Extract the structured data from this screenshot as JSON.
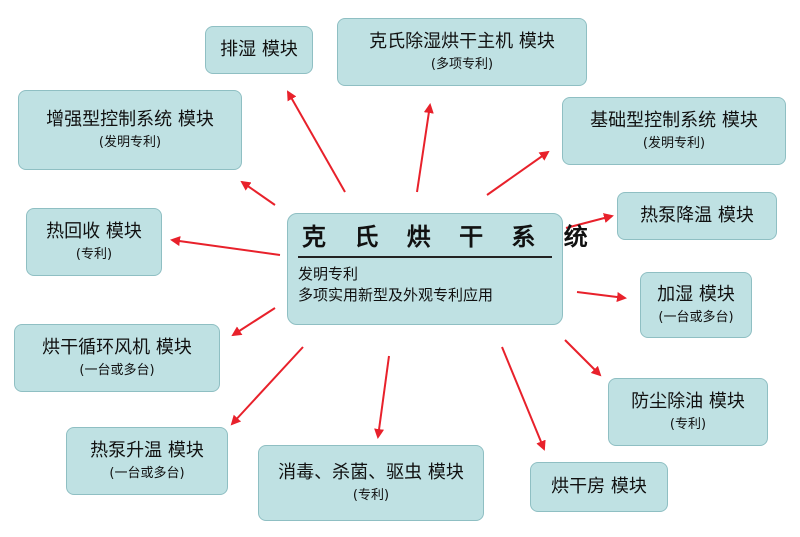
{
  "center": {
    "title": "克 氏 烘 干 系 统",
    "line1": "发明专利",
    "line2": "多项实用新型及外观专利应用"
  },
  "colors": {
    "box_fill": "#bfe1e3",
    "arrow": "#e8212b"
  },
  "modules": {
    "paishi": {
      "title": "排湿 模块"
    },
    "zhuji": {
      "title": "克氏除湿烘干主机 模块",
      "note": "(多项专利)"
    },
    "zengqiang": {
      "title": "增强型控制系统 模块",
      "note": "(发明专利)"
    },
    "jichu": {
      "title": "基础型控制系统 模块",
      "note": "(发明专利)"
    },
    "rehuishou": {
      "title": "热回收 模块",
      "note": "(专利)"
    },
    "jiangwen": {
      "title": "热泵降温 模块"
    },
    "jiashi": {
      "title": "加湿 模块",
      "note": "(一台或多台)"
    },
    "xunhuan": {
      "title": "烘干循环风机 模块",
      "note": "(一台或多台)"
    },
    "fangchen": {
      "title": "防尘除油 模块",
      "note": "(专利)"
    },
    "shengwen": {
      "title": "热泵升温 模块",
      "note": "(一台或多台)"
    },
    "xiaodu": {
      "title": "消毒、杀菌、驱虫 模块",
      "note": "(专利)"
    },
    "hongganfang": {
      "title": "烘干房 模块"
    }
  }
}
